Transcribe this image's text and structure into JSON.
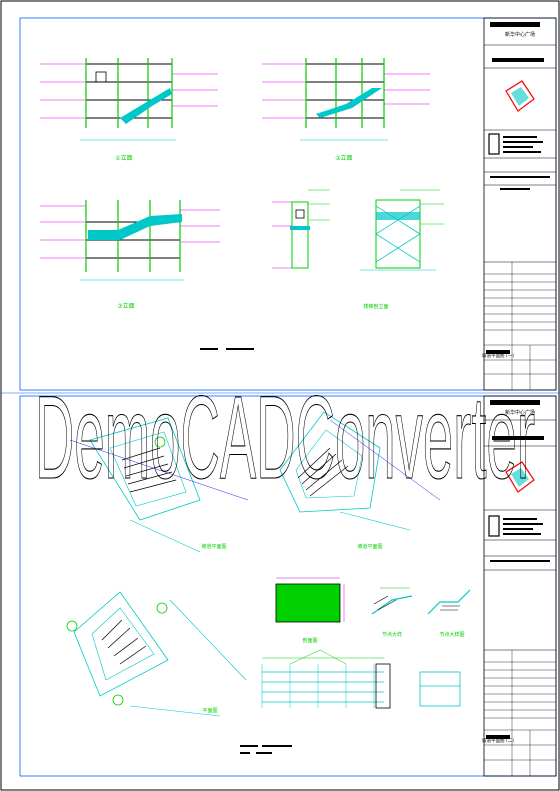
{
  "watermark": {
    "text": "DemoCADConverter"
  },
  "colors": {
    "cyan": "#00c8c8",
    "green": "#00d000",
    "blue": "#2020ff",
    "red": "#ff0000",
    "magenta": "#e000e0",
    "black": "#000000",
    "frame_blue": "#0060ff"
  },
  "sheets": [
    {
      "id": "sheet-1",
      "drawings": [
        {
          "name": "elevation-1",
          "label": "①立面"
        },
        {
          "name": "elevation-2",
          "label": "②立面"
        },
        {
          "name": "elevation-3",
          "label": "③立面"
        },
        {
          "name": "section-a",
          "label": ""
        },
        {
          "name": "node-detail",
          "label": "楼梯剖立面"
        }
      ],
      "title_block": {
        "project": "新华中心广场",
        "drawing_title": "坡道平面图 (一)"
      }
    },
    {
      "id": "sheet-2",
      "drawings": [
        {
          "name": "plan-1",
          "label": "坡道平面图"
        },
        {
          "name": "plan-2",
          "label": "坡道平面图"
        },
        {
          "name": "plan-3",
          "label": "平面图"
        },
        {
          "name": "section-b",
          "label": "剖面图"
        },
        {
          "name": "section-c",
          "label": "节点大样"
        },
        {
          "name": "detail-d",
          "label": "节点大样图"
        }
      ],
      "title_block": {
        "project": "新华中心广场",
        "drawing_title": "坡道平面图 (二)"
      }
    }
  ]
}
